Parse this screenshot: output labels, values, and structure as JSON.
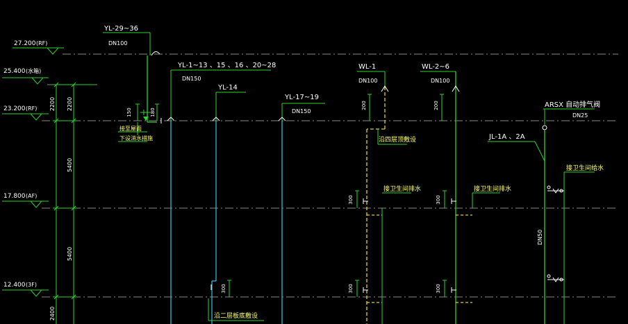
{
  "colors": {
    "background": "#000000",
    "green": "#2fd22f",
    "cyan": "#2fb8d8",
    "yellow": "#e6d02a",
    "white": "#ffffff",
    "level_line": "#8a8a8a"
  },
  "levels": [
    {
      "elev": "27.200",
      "floor": "(RF)"
    },
    {
      "elev": "25.400",
      "floor": "(水箱)"
    },
    {
      "elev": "23.200",
      "floor": "(RF)"
    },
    {
      "elev": "17.800",
      "floor": "(AF)"
    },
    {
      "elev": "12.400",
      "floor": "(3F)"
    }
  ],
  "dims": {
    "d1": "2200",
    "d2": "2200",
    "d3": "5400",
    "d4": "5400",
    "d5": "2400",
    "d150": "150",
    "d180": "180",
    "d200a": "200",
    "d200b": "200",
    "d300a": "300",
    "d300b": "300",
    "d300c": "300",
    "d300d": "300",
    "d300e": "300"
  },
  "pipes": {
    "yl29": {
      "label": "YL-29~36",
      "size": "DN100"
    },
    "yl1": {
      "label": "YL-1~13  、15 、16 、20~28",
      "size": "DN150"
    },
    "yl14": {
      "label": "YL-14"
    },
    "yl17": {
      "label": "YL-17~19",
      "size": "DN150"
    },
    "wl1": {
      "label": "WL-1",
      "size": "DN100"
    },
    "wl2": {
      "label": "WL-2~6",
      "size": "DN100"
    },
    "jl1": {
      "label": "JL-1A  、2A"
    },
    "arsx": {
      "label": "ARSX  自动排气阀",
      "size": "DN25"
    },
    "dn50": "DN50"
  },
  "notes": {
    "n1a": "接至屋面",
    "n1b": "下设消水措施",
    "n2": "沿四层顶敷设",
    "n3": "接卫生间排水",
    "n4": "接卫生间排水",
    "n5": "接卫生间给水",
    "n6": "沿二层板底敷设"
  }
}
